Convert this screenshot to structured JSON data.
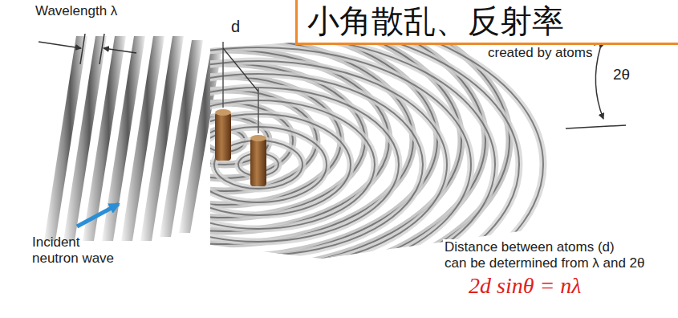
{
  "diagram": {
    "nodes": [
      {
        "text": [
          "小角散乱、反射率"
        ]
      }
    ],
    "labels": [
      "Wavelength λ",
      "d",
      "created by atoms",
      "2θ",
      "Incident neutron wave",
      "Distance between atoms (d)",
      "can be determined from λ and 2θ",
      "2d sinθ = nλ"
    ]
  }
}
